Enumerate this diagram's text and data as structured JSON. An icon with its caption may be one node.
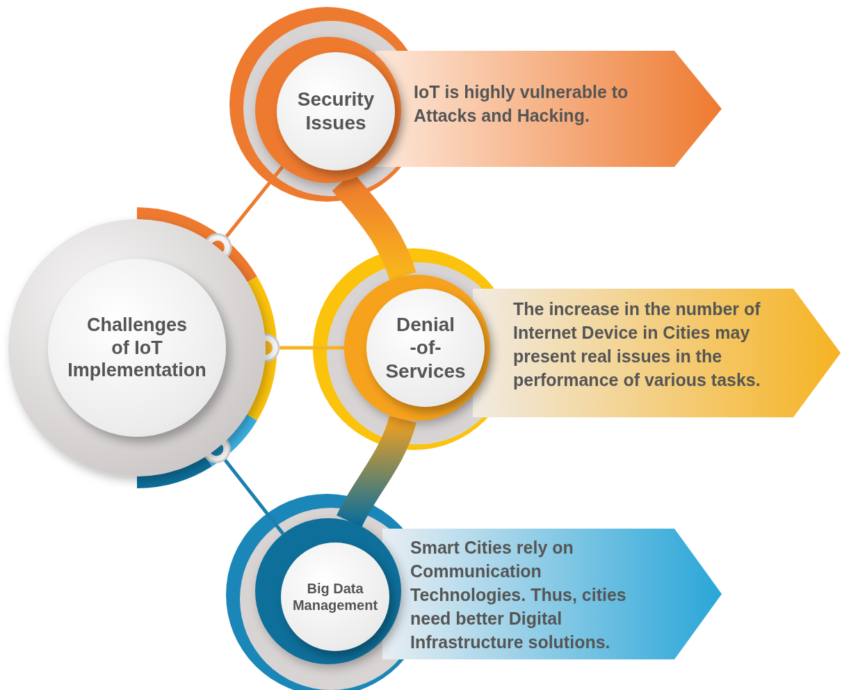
{
  "diagram": {
    "nodes": [
      {
        "text": [
          "Challenges of IoT Implementation"
        ]
      },
      {
        "text": [
          "Security Issues"
        ]
      },
      {
        "text": [
          "IoT is highly vulnerable to Attacks and Hacking."
        ]
      },
      {
        "text": [
          "Denial -of- Services"
        ]
      },
      {
        "text": [
          "The increase in the number of Internet Device in Cities may present real issues in the performance of various tasks."
        ]
      },
      {
        "text": [
          "Big Data Management"
        ]
      },
      {
        "text": [
          "Smart Cities rely on Communication Technologies. Thus, cities need better Digital Infrastructure solutions."
        ]
      }
    ],
    "edges": [
      {
        "from": 0,
        "to": 1,
        "arrow": "other",
        "color": "#ee7a30"
      },
      {
        "from": 0,
        "to": 3,
        "arrow": "other",
        "color": "#f6b51f"
      },
      {
        "from": 0,
        "to": 5,
        "arrow": "other",
        "color": "#1b7fae"
      },
      {
        "from": 1,
        "to": 3,
        "arrow": "none",
        "style": "thick"
      },
      {
        "from": 3,
        "to": 5,
        "arrow": "none",
        "style": "thick"
      }
    ]
  }
}
